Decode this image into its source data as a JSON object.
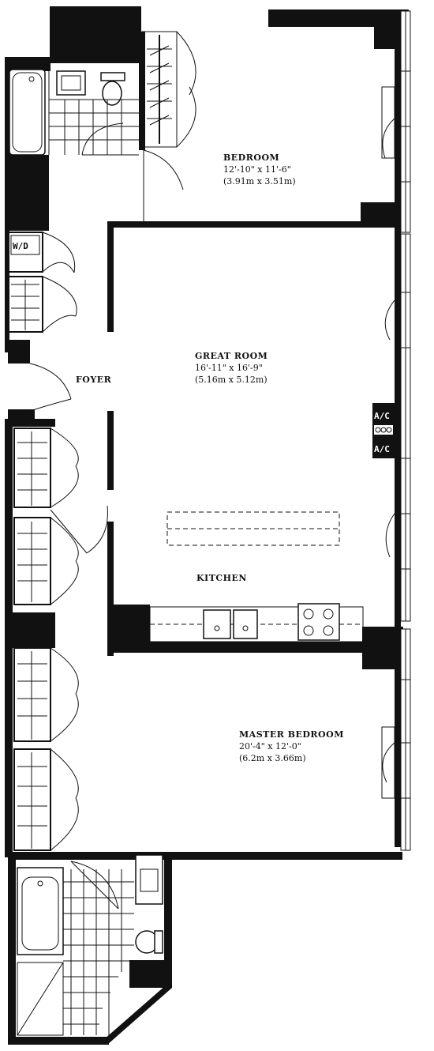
{
  "rooms": {
    "bedroom": {
      "name": "BEDROOM",
      "dim_imperial": "12'-10\" x 11'-6\"",
      "dim_metric": "(3.91m x 3.51m)"
    },
    "great_room": {
      "name": "GREAT ROOM",
      "dim_imperial": "16'-11\" x 16'-9\"",
      "dim_metric": "(5.16m x 5.12m)"
    },
    "foyer": {
      "name": "FOYER"
    },
    "kitchen": {
      "name": "KITCHEN"
    },
    "master_bedroom": {
      "name": "MASTER BEDROOM",
      "dim_imperial": "20'-4\" x 12'-0\"",
      "dim_metric": "(6.2m x 3.66m)"
    }
  },
  "fixtures": {
    "washer_dryer": "W/D",
    "ac_top": "A/C",
    "ac_bottom": "A/C"
  },
  "colors": {
    "ink": "#111111",
    "paper": "#ffffff"
  }
}
